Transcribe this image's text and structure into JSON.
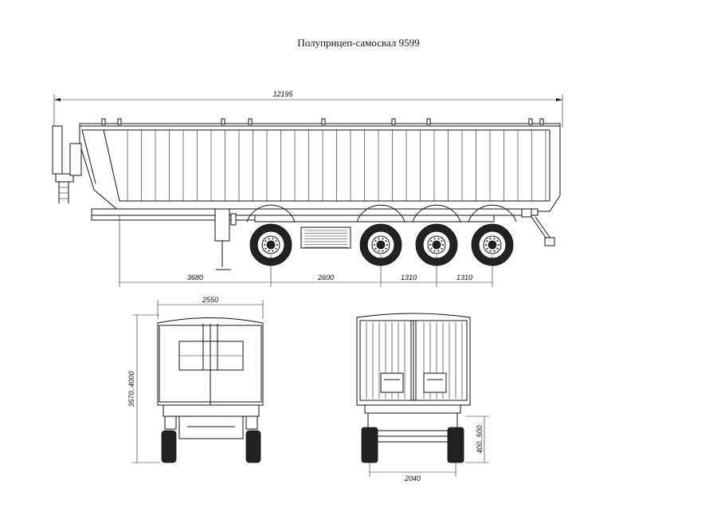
{
  "title": "Полуприцеп-самосвал 9599",
  "dimensions": {
    "overall_length": "12195",
    "front_to_axle": "3680",
    "axle_spacing_1": "2600",
    "axle_spacing_2": "1310",
    "axle_spacing_3": "1310",
    "width": "2550",
    "height": "3570..4000",
    "track": "2040",
    "rear_height": "400..500"
  },
  "colors": {
    "line": "#111111",
    "background": "#ffffff"
  }
}
